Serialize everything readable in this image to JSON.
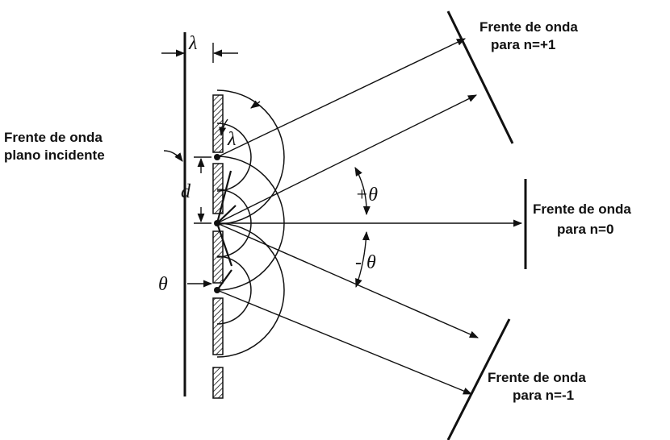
{
  "labels": {
    "incident_line1": "Frente de onda",
    "incident_line2": "plano incidente",
    "front_plus1_line1": "Frente de onda",
    "front_plus1_line2": "para n=+1",
    "front_zero_line1": "Frente de onda",
    "front_zero_line2": "para n=0",
    "front_minus1_line1": "Frente de onda",
    "front_minus1_line2": "para n=-1"
  },
  "symbols": {
    "lambda_top": "λ",
    "lambda_arc": "λ",
    "d": "d",
    "plus_theta": "+θ",
    "minus_theta": "- θ",
    "theta_left": "θ"
  },
  "colors": {
    "ink": "#111111",
    "background": "#ffffff"
  }
}
